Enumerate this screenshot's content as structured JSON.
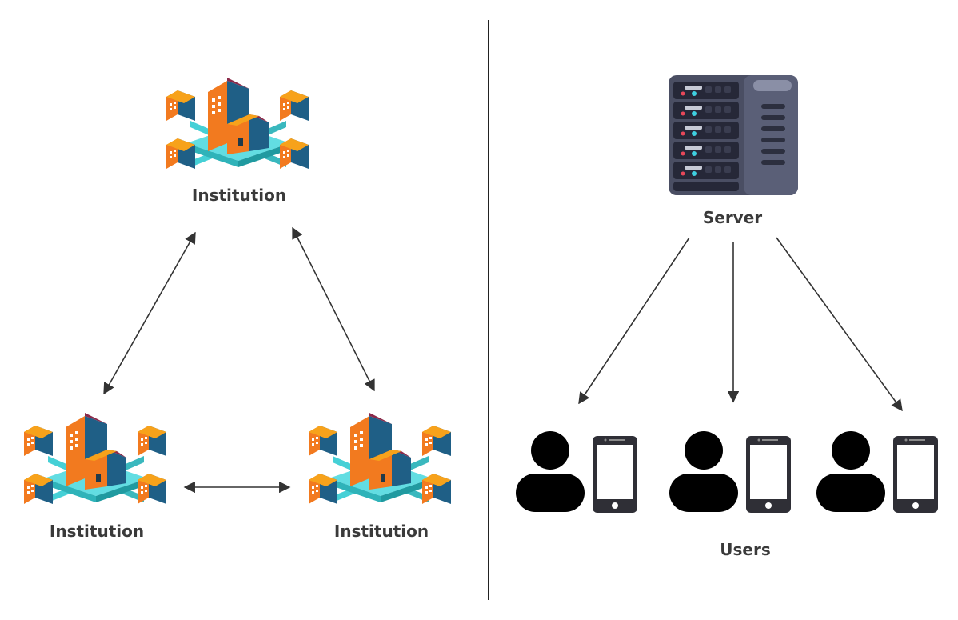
{
  "left_panel": {
    "top_node": {
      "label": "Institution"
    },
    "bottom_left_node": {
      "label": "Institution"
    },
    "bottom_right_node": {
      "label": "Institution"
    }
  },
  "right_panel": {
    "server": {
      "label": "Server"
    },
    "users": {
      "label": "Users",
      "count": 3
    }
  },
  "colors": {
    "building_orange": "#f27a1f",
    "building_light": "#f7a21b",
    "building_blue": "#1f5f86",
    "building_maroon": "#8b2a4a",
    "platform_cyan": "#45d0d6",
    "server_body": "#4a4e63",
    "server_panel": "#3a3d50",
    "person": "#000000",
    "phone_frame": "#2f2f36",
    "arrow": "#333333"
  }
}
